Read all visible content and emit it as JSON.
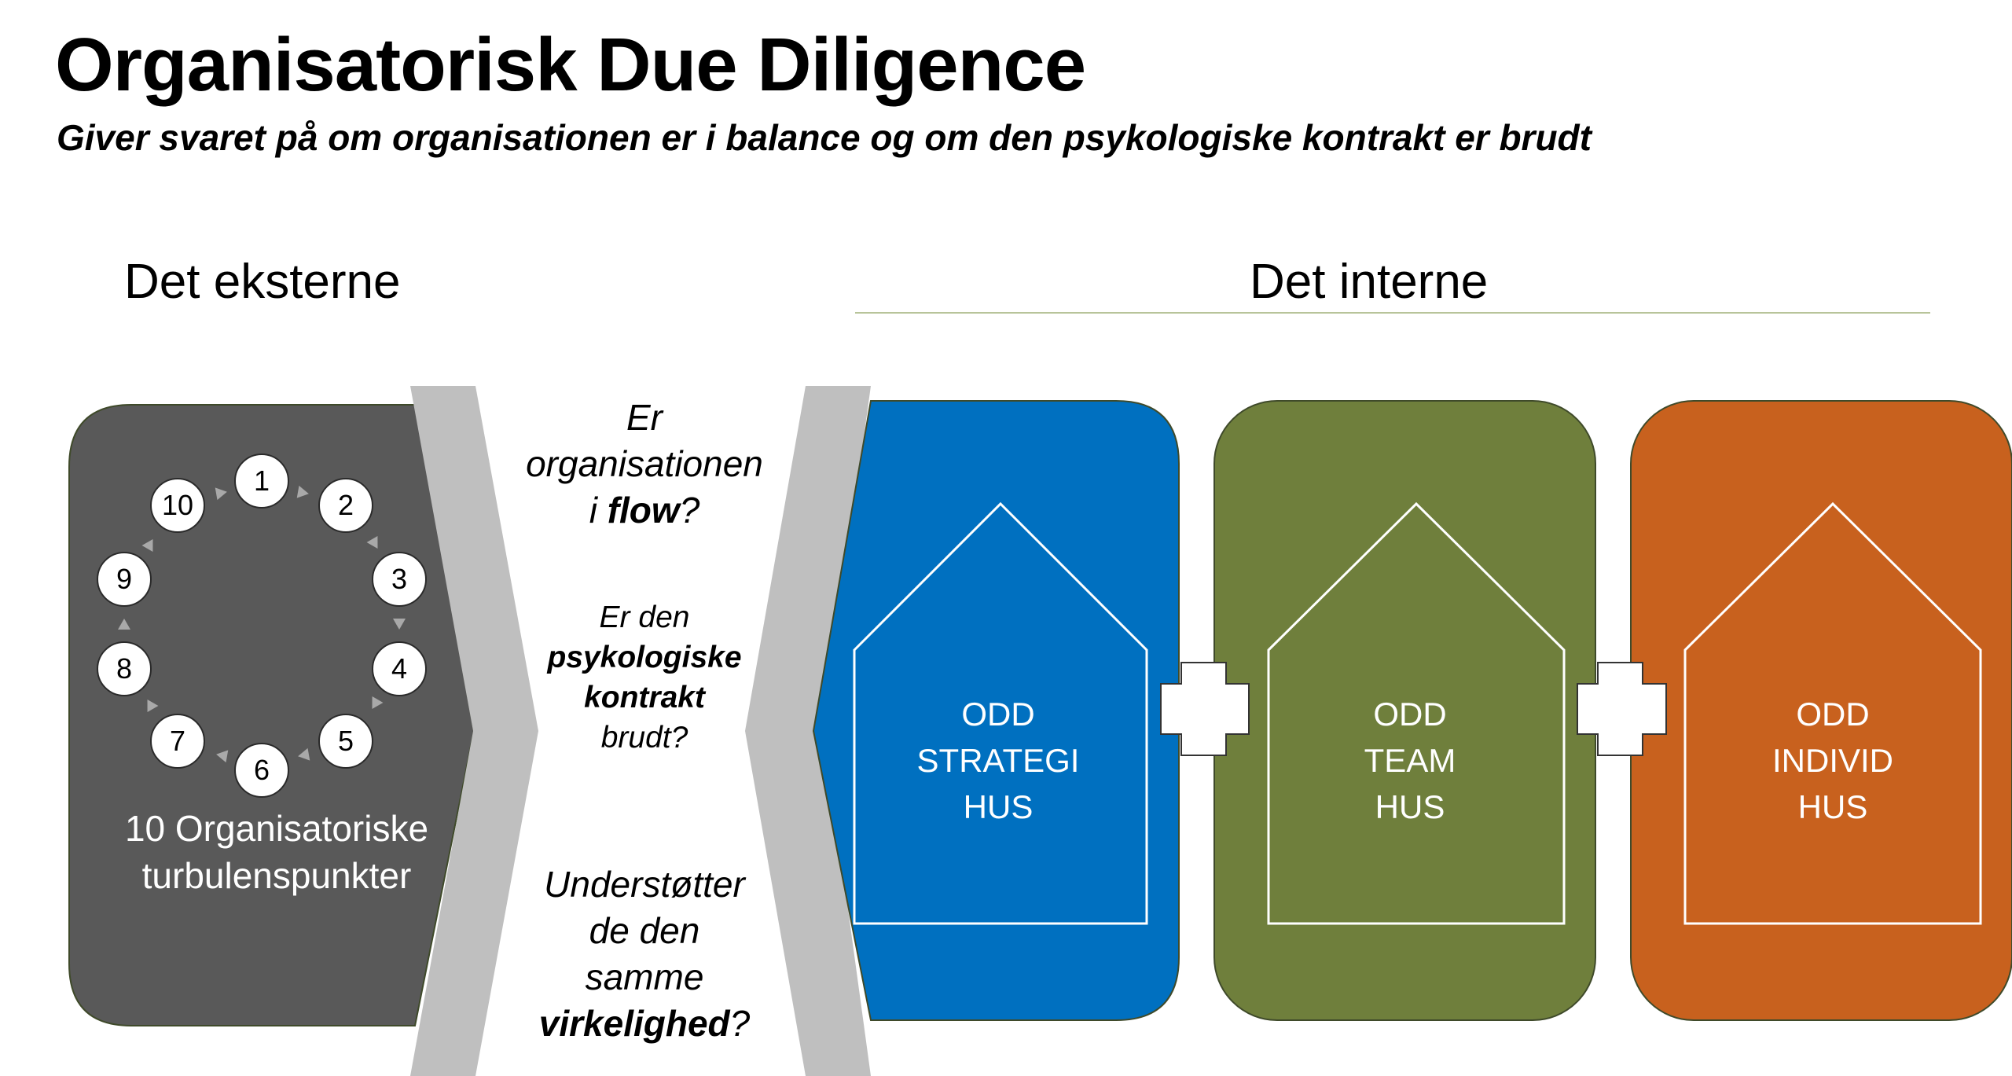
{
  "header": {
    "title": "Organisatorisk Due Diligence",
    "subtitle": "Giver svaret på om organisationen er i balance og om den psykologiske kontrakt er brudt"
  },
  "sections": {
    "external": "Det eksterne",
    "internal": "Det interne"
  },
  "external_panel": {
    "cycle_nodes": [
      "1",
      "2",
      "3",
      "4",
      "5",
      "6",
      "7",
      "8",
      "9",
      "10"
    ],
    "label_line1": "10 Organisatoriske",
    "label_line2": "turbulenspunkter"
  },
  "questions": {
    "q1": {
      "line1": "Er",
      "line2": "organisationen",
      "line3_pre": "i ",
      "line3_bold": "flow",
      "line3_post": "?"
    },
    "q2": {
      "line1": "Er den",
      "line2_bold": "psykologiske",
      "line3_bold": "kontrakt",
      "line4": "brudt?"
    },
    "q3": {
      "line1": "Understøtter",
      "line2": "de den",
      "line3": "samme",
      "line4_bold": "virkelighed",
      "line4_post": "?"
    }
  },
  "houses": [
    {
      "line1": "ODD",
      "line2": "STRATEGI",
      "line3": "HUS"
    },
    {
      "line1": "ODD",
      "line2": "TEAM",
      "line3": "HUS"
    },
    {
      "line1": "ODD",
      "line2": "INDIVID",
      "line3": "HUS"
    }
  ],
  "colors": {
    "external_panel": "#595959",
    "chevron": "#bfbfbf",
    "strategi": "#0070c0",
    "team": "#6f7f3c",
    "individ": "#c8611e",
    "arrow": "#a9a9a9"
  }
}
